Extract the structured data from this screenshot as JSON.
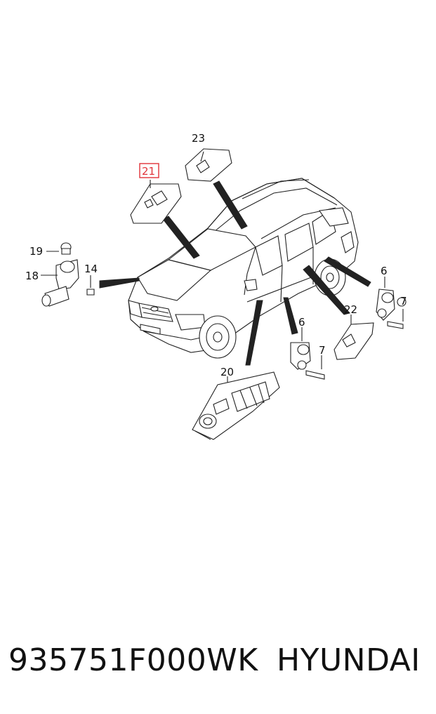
{
  "callouts": {
    "c23": "23",
    "c21": "21",
    "c19": "19",
    "c18": "18",
    "c14": "14",
    "c6a": "6",
    "c7a": "7",
    "c22": "22",
    "c6b": "6",
    "c7b": "7",
    "c20": "20"
  },
  "highlight_color": "#e0343a",
  "footer": {
    "part_number": "935751F000WK",
    "brand": "HYUNDAI"
  }
}
